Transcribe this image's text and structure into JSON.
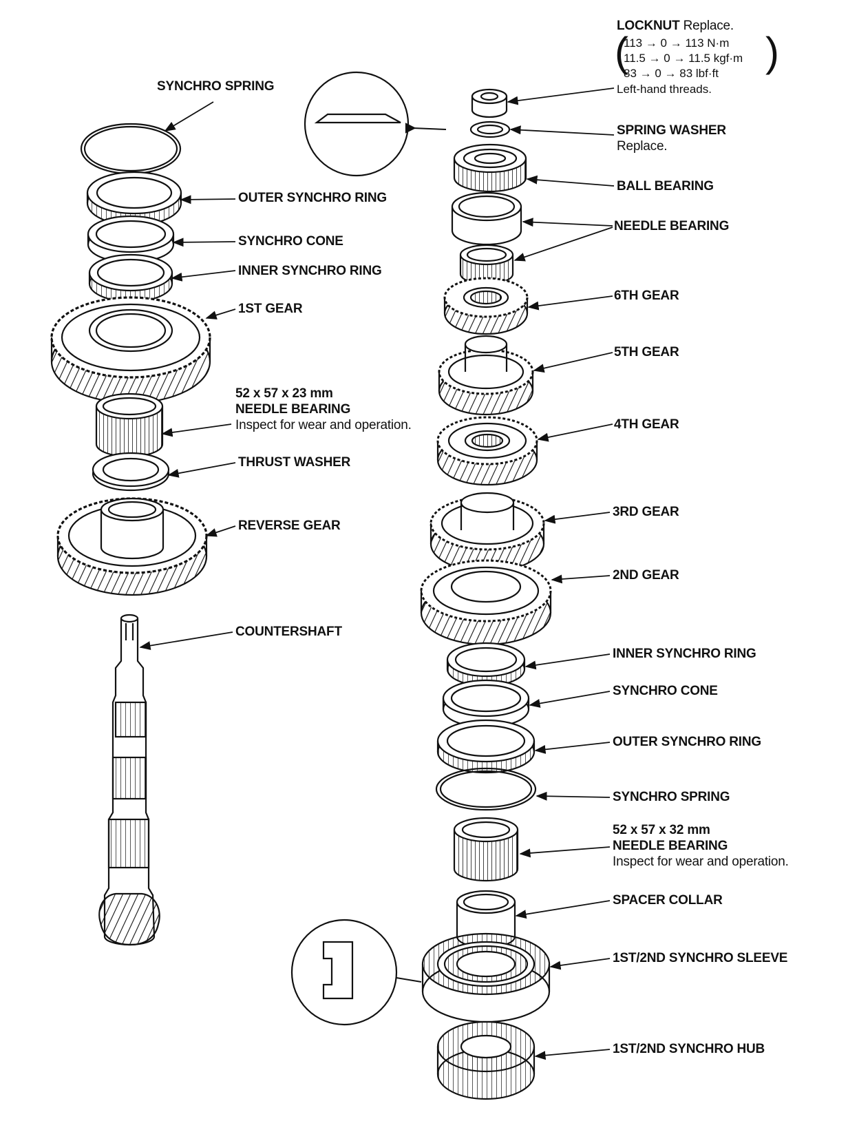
{
  "countershaft_labels": {
    "synchro_spring": "SYNCHRO SPRING",
    "outer_synchro_ring": "OUTER SYNCHRO RING",
    "synchro_cone": "SYNCHRO CONE",
    "inner_synchro_ring": "INNER SYNCHRO RING",
    "first_gear": "1ST GEAR",
    "needle_bearing_size": "52 x 57 x 23 mm",
    "needle_bearing": "NEEDLE BEARING",
    "needle_bearing_note": "Inspect for wear and operation.",
    "thrust_washer": "THRUST WASHER",
    "reverse_gear": "REVERSE GEAR",
    "countershaft": "COUNTERSHAFT"
  },
  "mainshaft_labels": {
    "locknut": "LOCKNUT",
    "locknut_note": "Replace.",
    "torque_nm": "113 → 0 → 113 N·m",
    "torque_kgf": "11.5 → 0 → 11.5 kgf·m",
    "torque_lbf": "83 → 0 → 83 lbf·ft",
    "threads_note": "Left-hand threads.",
    "spring_washer": "SPRING WASHER",
    "spring_washer_note": "Replace.",
    "ball_bearing": "BALL BEARING",
    "needle_bearing": "NEEDLE BEARING",
    "sixth_gear": "6TH GEAR",
    "fifth_gear": "5TH GEAR",
    "fourth_gear": "4TH GEAR",
    "third_gear": "3RD GEAR",
    "second_gear": "2ND GEAR",
    "inner_synchro_ring": "INNER SYNCHRO RING",
    "synchro_cone": "SYNCHRO CONE",
    "outer_synchro_ring": "OUTER SYNCHRO RING",
    "synchro_spring": "SYNCHRO SPRING",
    "needle_bearing2_size": "52 x 57 x 32 mm",
    "needle_bearing2": "NEEDLE BEARING",
    "needle_bearing2_note": "Inspect for wear and operation.",
    "spacer_collar": "SPACER COLLAR",
    "synchro_sleeve": "1ST/2ND SYNCHRO SLEEVE",
    "synchro_hub": "1ST/2ND SYNCHRO HUB"
  },
  "colors": {
    "ink": "#111111",
    "paper": "#ffffff"
  },
  "icons": [
    "spring-washer-detail-icon",
    "synchro-sleeve-detail-icon"
  ]
}
